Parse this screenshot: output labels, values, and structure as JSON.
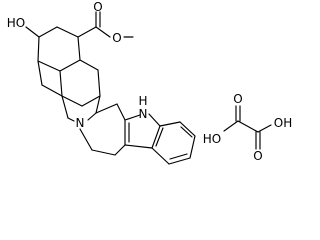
{
  "diagram": {
    "type": "chemical-structure",
    "labels": {
      "hydroxyl_top": "HO",
      "ester_carbonyl_o": "O",
      "ester_ether_o": "O",
      "ring_nitrogen": "N",
      "indole_nh": "H\nN",
      "oxalic_carbonyl_o1": "O",
      "oxalic_carbonyl_o2": "O",
      "oxalic_oh_left": "HO",
      "oxalic_oh_right": "OH"
    },
    "colors": {
      "bond": "#000000",
      "atom_label": "#000000",
      "background": "#ffffff"
    }
  }
}
